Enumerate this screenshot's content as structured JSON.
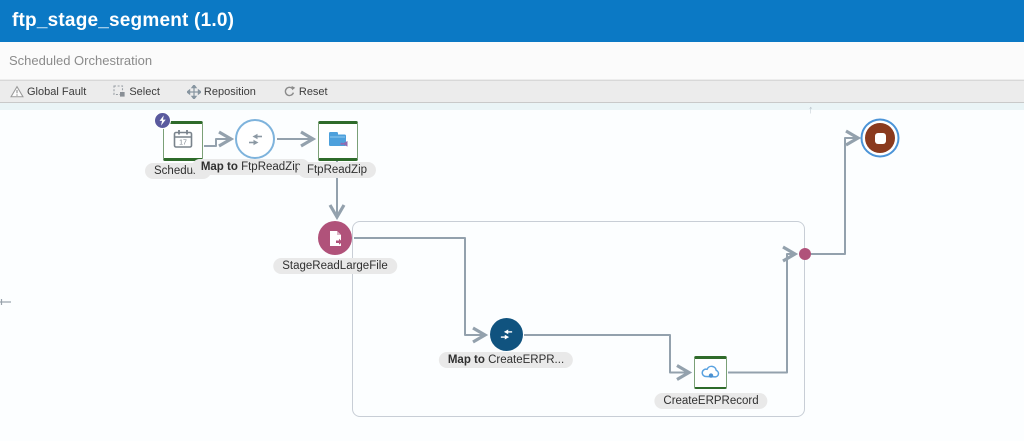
{
  "header": {
    "title": "ftp_stage_segment (1.0)"
  },
  "subheader": {
    "label": "Scheduled Orchestration"
  },
  "toolbar": {
    "items": [
      {
        "icon": "warning-triangle-icon",
        "label": "Global Fault"
      },
      {
        "icon": "select-marquee-icon",
        "label": "Select"
      },
      {
        "icon": "move-icon",
        "label": "Reposition"
      },
      {
        "icon": "reset-icon",
        "label": "Reset"
      }
    ]
  },
  "canvas": {
    "scroll_hint": "↑",
    "nodes": {
      "schedule": {
        "label": "Schedule",
        "type": "schedule-trigger",
        "calendar_day": "17"
      },
      "map_ftpreadzip": {
        "prefix": "Map to ",
        "name": "FtpReadZip",
        "type": "map"
      },
      "ftpreadzip": {
        "label": "FtpReadZip",
        "type": "ftp-adapter"
      },
      "stage": {
        "label": "StageReadLargeFile",
        "type": "stage-file"
      },
      "map_createerp": {
        "prefix": "Map to ",
        "name": "CreateERPR...",
        "type": "map"
      },
      "createerp": {
        "label": "CreateERPRecord",
        "type": "erp-cloud-adapter"
      },
      "end": {
        "type": "end-stop"
      }
    },
    "colors": {
      "header_blue": "#0b79c5",
      "stage_rose": "#b0527a",
      "map_fill_blue": "#10537f",
      "map_ring_blue": "#7eb3dc",
      "adapter_green": "#2f6b2a",
      "end_brown": "#8a3a1e",
      "selection_ring_blue": "#4b94d8",
      "connector_gray": "#93a1ad",
      "badge_purple": "#5a5a9e",
      "folder_blue": "#4da0dc",
      "cloud_blue": "#5aa2e0"
    }
  }
}
